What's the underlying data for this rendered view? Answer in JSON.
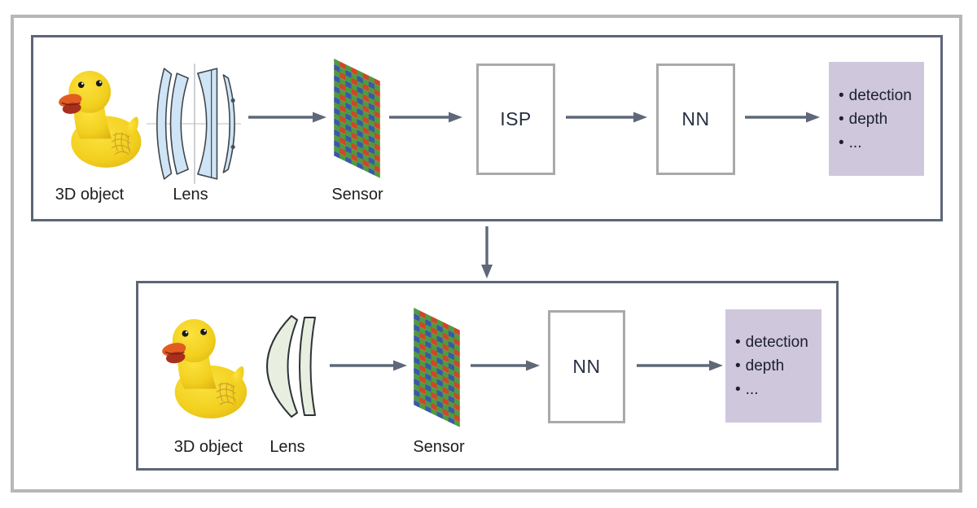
{
  "figure": {
    "description_colors": {
      "outer_border": "#b7b7b7",
      "panel_border": "#5d6577",
      "process_box_border": "#a9a9a9",
      "arrow": "#5f6878",
      "output_box_bg": "#cfc7dc",
      "label_text": "#1d1d1d",
      "box_text": "#262e42",
      "duck_yellow": "#f2cf1e",
      "beak_orange": "#e25c22",
      "lens_blue": "#cfe4f5",
      "lens_green": "#e8efe0",
      "sensor_green": "#4e9b40",
      "sensor_red": "#cf4628",
      "sensor_blue": "#3b57a8"
    },
    "icons": {
      "duck": "rubber-duck-photo",
      "compound_lens": "multi-element-lens",
      "single_lens": "single-element-lens",
      "sensor": "bayer-filter-sensor",
      "arrow_right": "flow-arrow-right",
      "arrow_down": "flow-arrow-down"
    },
    "bullet": "•",
    "top_pipeline": {
      "object_label": "3D object",
      "lens_label": "Lens",
      "sensor_label": "Sensor",
      "isp_label": "ISP",
      "nn_label": "NN",
      "outputs": [
        "detection",
        "depth",
        "..."
      ]
    },
    "bottom_pipeline": {
      "object_label": "3D object",
      "lens_label": "Lens",
      "sensor_label": "Sensor",
      "nn_label": "NN",
      "outputs": [
        "detection",
        "depth",
        "..."
      ]
    }
  }
}
